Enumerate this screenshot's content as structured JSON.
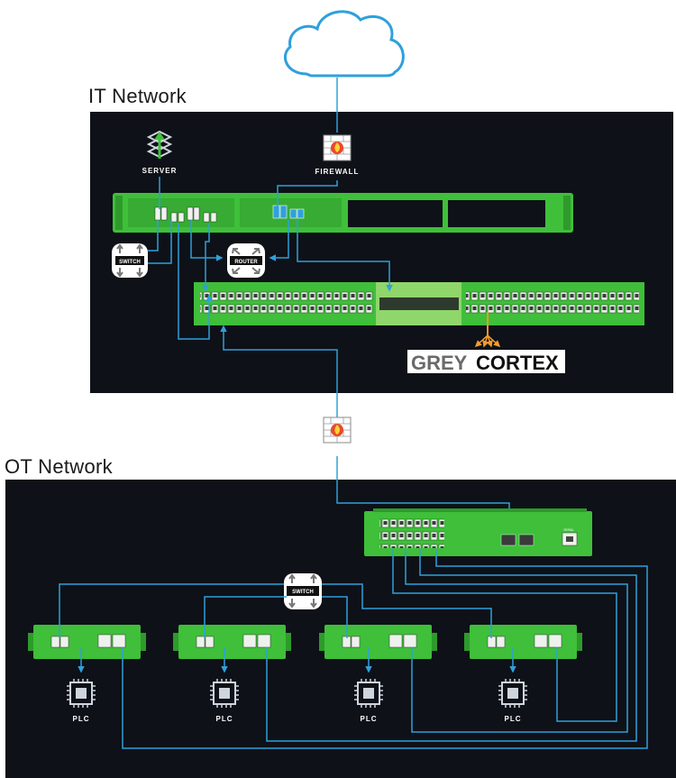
{
  "it_network": {
    "title": "IT Network"
  },
  "ot_network": {
    "title": "OT Network"
  },
  "labels": {
    "server": "SERVER",
    "firewall_top": "FIREWALL",
    "firewall_mid": "FIREWALL",
    "switch_it": "SWITCH",
    "router": "ROUTER",
    "switch_ot": "SWITCH",
    "serial": "SERIAL",
    "brand_grey": "GREY",
    "brand_cortex": "CORTEX"
  },
  "plcs": [
    {
      "label": "PLC"
    },
    {
      "label": "PLC"
    },
    {
      "label": "PLC"
    },
    {
      "label": "PLC"
    }
  ],
  "colors": {
    "dark_panel": "#0e1117",
    "green": "#3fbf3a",
    "green_dark": "#2e9a2b",
    "wire_blue": "#2fa0dc",
    "wire_orange": "#f49b2c",
    "cloud_stroke": "#2fa0dc"
  }
}
